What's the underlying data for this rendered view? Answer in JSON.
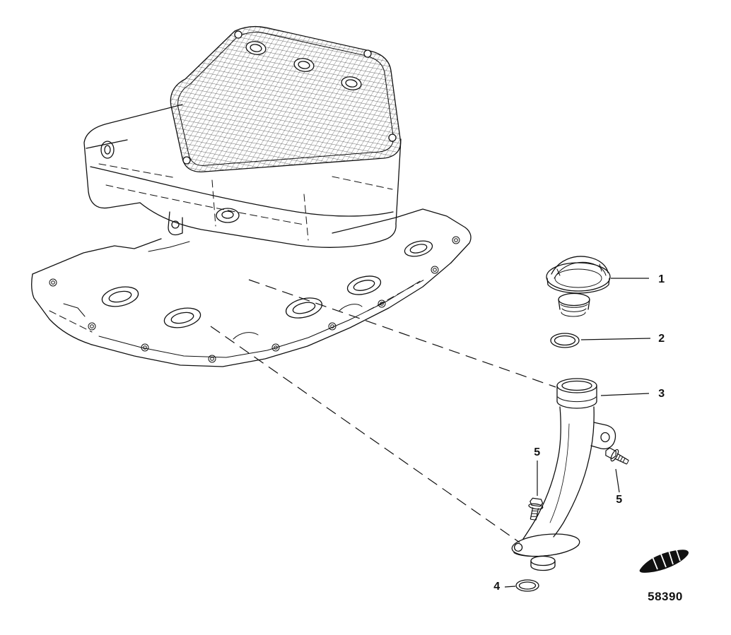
{
  "figure": {
    "callout_1": "1",
    "callout_2": "2",
    "callout_3": "3",
    "callout_4": "4",
    "callout_5_left": "5",
    "callout_5_right": "5",
    "figure_number": "58390",
    "line_color": "#111111"
  }
}
